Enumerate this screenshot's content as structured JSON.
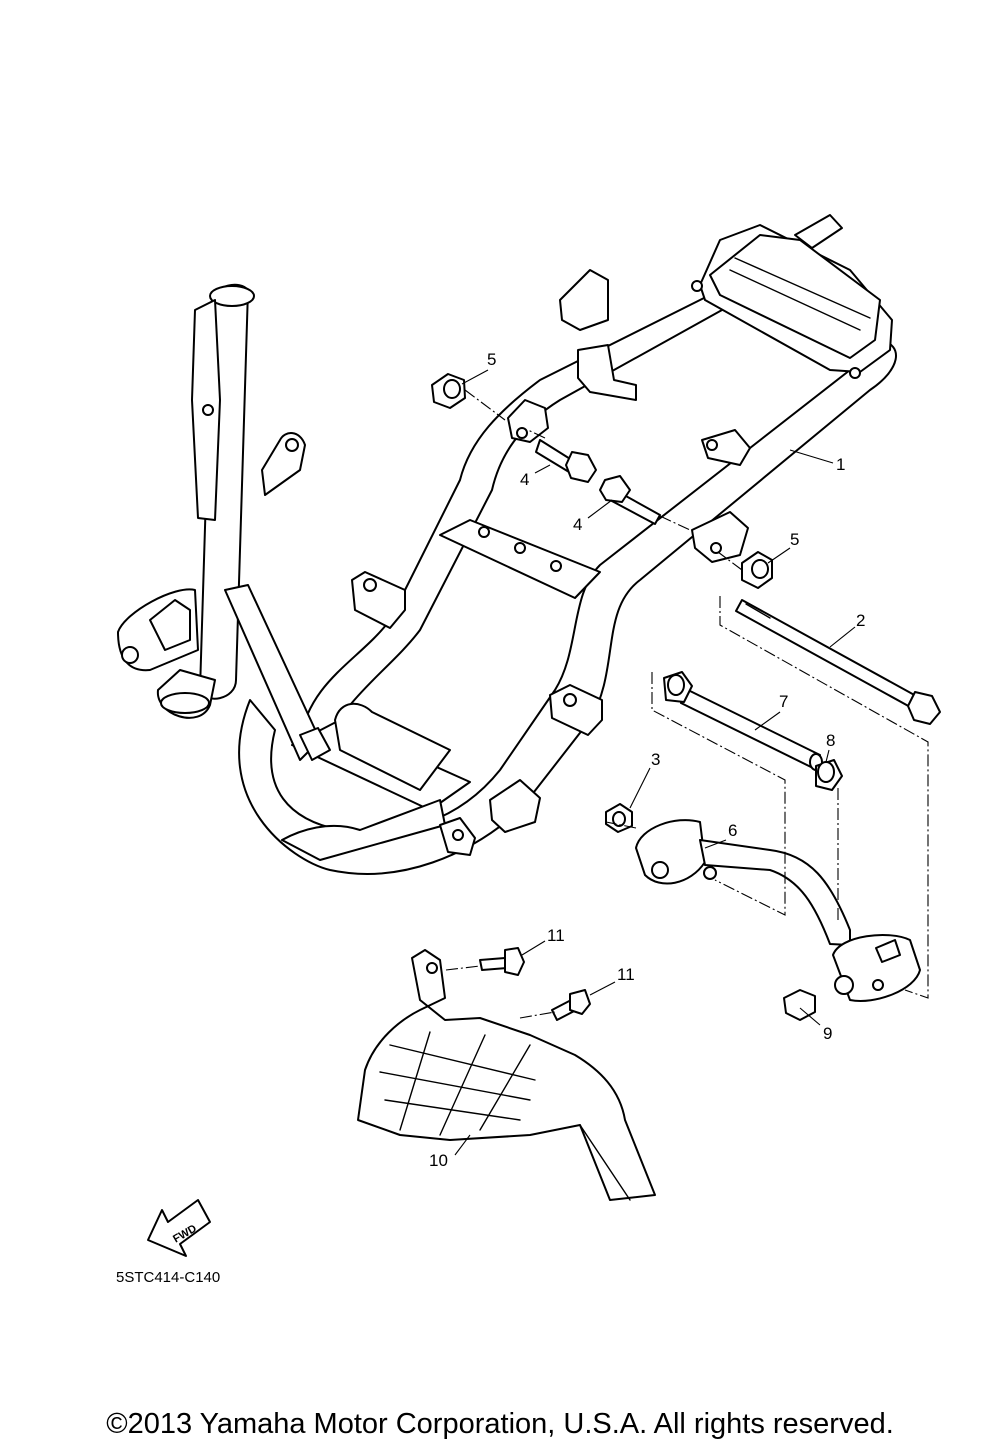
{
  "diagram": {
    "code": "5STC414-C140",
    "direction_label": "FWD",
    "callouts": [
      "1",
      "2",
      "3",
      "4",
      "4",
      "5",
      "5",
      "6",
      "7",
      "8",
      "9",
      "10",
      "11",
      "11"
    ]
  },
  "footer": {
    "copyright": "©2013 Yamaha Motor Corporation, U.S.A. All rights reserved."
  }
}
